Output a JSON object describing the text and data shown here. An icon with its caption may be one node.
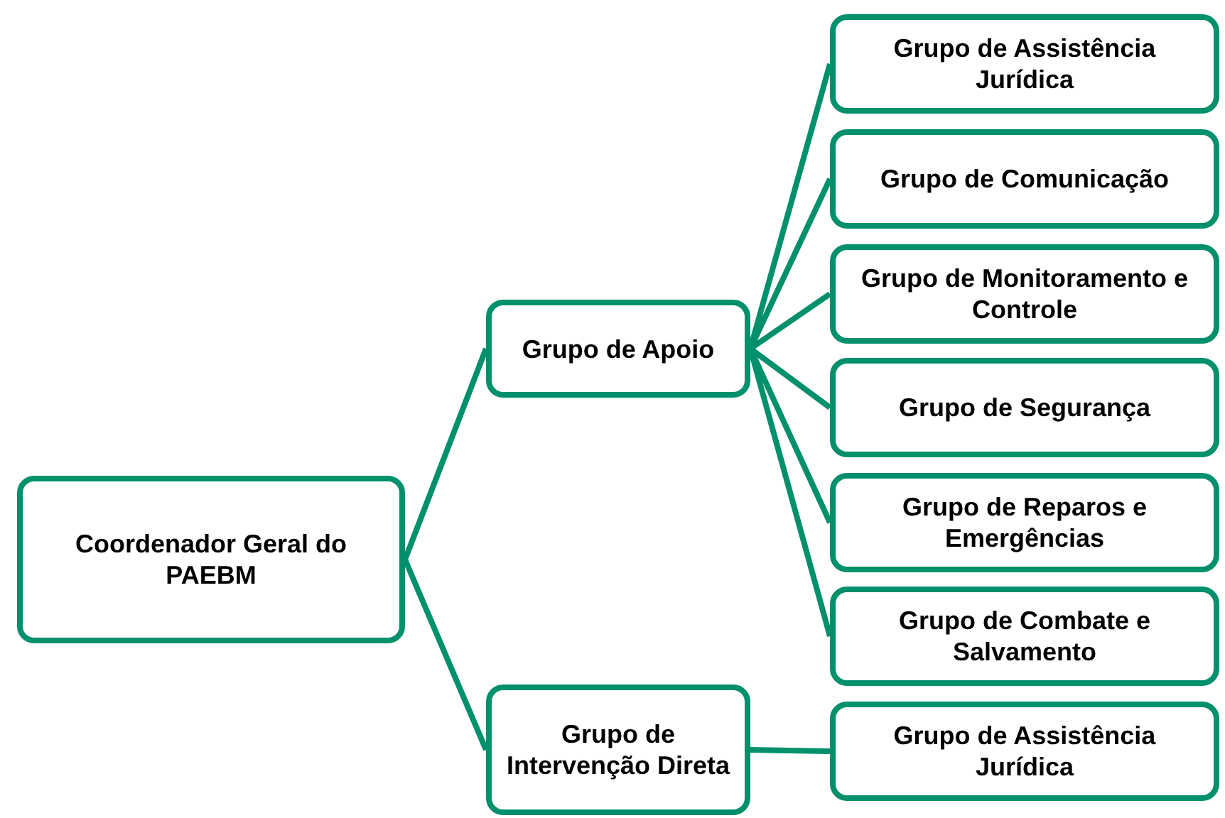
{
  "diagram": {
    "nodes": [
      {
        "text": [
          "Coordenador Geral do PAEBM"
        ]
      },
      {
        "text": [
          "Grupo de Apoio"
        ]
      },
      {
        "text": [
          "Grupo de Intervenção Direta"
        ]
      },
      {
        "text": [
          "Grupo de Assistência Jurídica"
        ]
      },
      {
        "text": [
          "Grupo de Comunicação"
        ]
      },
      {
        "text": [
          "Grupo de Monitoramento e Controle"
        ]
      },
      {
        "text": [
          "Grupo de Segurança"
        ]
      },
      {
        "text": [
          "Grupo de Reparos e Emergências"
        ]
      },
      {
        "text": [
          "Grupo de Combate e Salvamento"
        ]
      },
      {
        "text": [
          "Grupo de Assistência Jurídica"
        ]
      }
    ],
    "edges": [
      {
        "from": 0,
        "to": 1,
        "arrow": "none"
      },
      {
        "from": 0,
        "to": 2,
        "arrow": "none"
      },
      {
        "from": 1,
        "to": 3,
        "arrow": "none"
      },
      {
        "from": 1,
        "to": 4,
        "arrow": "none"
      },
      {
        "from": 1,
        "to": 5,
        "arrow": "none"
      },
      {
        "from": 1,
        "to": 6,
        "arrow": "none"
      },
      {
        "from": 1,
        "to": 7,
        "arrow": "none"
      },
      {
        "from": 1,
        "to": 8,
        "arrow": "none"
      },
      {
        "from": 2,
        "to": 9,
        "arrow": "none"
      }
    ]
  }
}
